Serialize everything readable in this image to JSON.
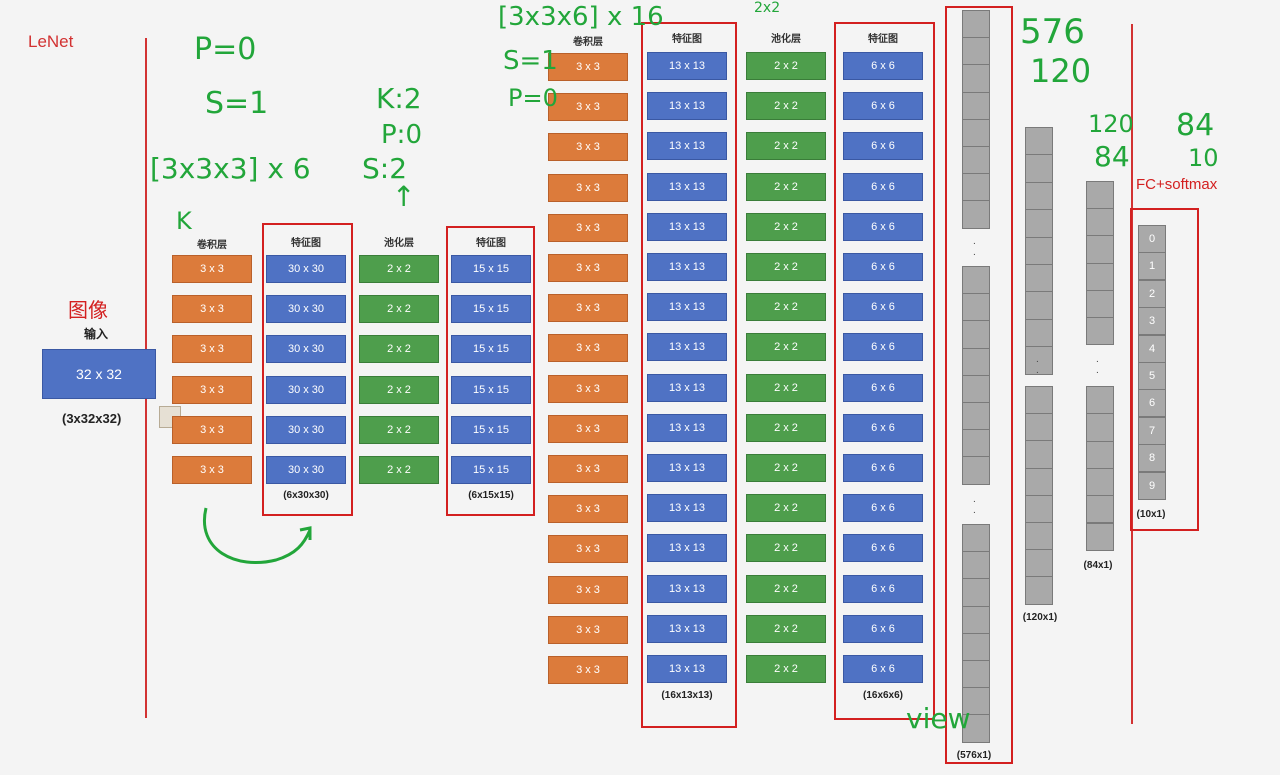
{
  "title": "LeNet",
  "input": {
    "cn_label": "图像",
    "label": "输入",
    "size": "32 x 32",
    "dims": "(3x32x32)"
  },
  "conv1": {
    "header": "卷积层",
    "cell": "3 x 3",
    "count": 6
  },
  "fmap1": {
    "header": "特征图",
    "cell": "30 x 30",
    "count": 6,
    "dims": "(6x30x30)"
  },
  "pool1": {
    "header": "池化层",
    "cell": "2 x 2",
    "count": 6
  },
  "fmap2": {
    "header": "特征图",
    "cell": "15 x 15",
    "count": 6,
    "dims": "(6x15x15)"
  },
  "conv2": {
    "header": "卷积层",
    "cell": "3 x 3",
    "count": 16
  },
  "fmap3": {
    "header": "特征图",
    "cell": "13 x 13",
    "count": 16,
    "dims": "(16x13x13)"
  },
  "pool2": {
    "header": "池化层",
    "cell": "2 x 2",
    "count": 16
  },
  "fmap4": {
    "header": "特征图",
    "cell": "6 x 6",
    "count": 16,
    "dims": "(16x6x6)"
  },
  "flatten": {
    "dims": "(576x1)"
  },
  "fc1": {
    "dims": "(120x1)"
  },
  "fc2": {
    "dims": "(84x1)"
  },
  "out": {
    "label": "FC+softmax",
    "dims": "(10x1)",
    "digits": [
      "0",
      "1",
      "2",
      "3",
      "4",
      "5",
      "6",
      "7",
      "8",
      "9"
    ]
  },
  "notes": {
    "p0": "P=0",
    "s1": "S=1",
    "kernel1": "[3x3x3] x 6",
    "k": "K",
    "k2": "K:2",
    "p0b": "P:0",
    "s2": "S:2",
    "kernel2": "[3x3x6] x 16",
    "s1b": "S=1",
    "p0c": "P=0",
    "two2": "2x2",
    "n576": "576",
    "n120": "120",
    "n120b": "120",
    "n84": "84",
    "n84b": "84",
    "n10": "10",
    "view": "view"
  }
}
